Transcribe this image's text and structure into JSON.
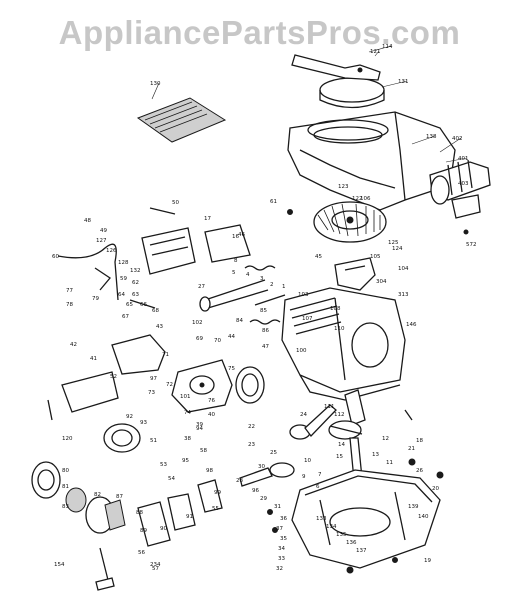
{
  "watermark": "AppliancePartsPros.com",
  "part_labels": [
    {
      "id": "121"
    },
    {
      "id": "131"
    },
    {
      "id": "130"
    },
    {
      "id": "114"
    },
    {
      "id": "138"
    },
    {
      "id": "402"
    },
    {
      "id": "401"
    },
    {
      "id": "61"
    },
    {
      "id": "403"
    },
    {
      "id": "572"
    },
    {
      "id": "106"
    },
    {
      "id": "45"
    },
    {
      "id": "105"
    },
    {
      "id": "104"
    },
    {
      "id": "313"
    },
    {
      "id": "146"
    },
    {
      "id": "50"
    },
    {
      "id": "17"
    },
    {
      "id": "48"
    },
    {
      "id": "16"
    },
    {
      "id": "60"
    },
    {
      "id": "77"
    },
    {
      "id": "78"
    },
    {
      "id": "8"
    },
    {
      "id": "5"
    },
    {
      "id": "4"
    },
    {
      "id": "3"
    },
    {
      "id": "2"
    },
    {
      "id": "1"
    },
    {
      "id": "27"
    },
    {
      "id": "42"
    },
    {
      "id": "41"
    },
    {
      "id": "43"
    },
    {
      "id": "47"
    },
    {
      "id": "44"
    },
    {
      "id": "97"
    },
    {
      "id": "52"
    },
    {
      "id": "100"
    },
    {
      "id": "120"
    },
    {
      "id": "12"
    },
    {
      "id": "13"
    },
    {
      "id": "11"
    },
    {
      "id": "22"
    },
    {
      "id": "23"
    },
    {
      "id": "28"
    },
    {
      "id": "30"
    },
    {
      "id": "96"
    },
    {
      "id": "31"
    },
    {
      "id": "25"
    },
    {
      "id": "36"
    },
    {
      "id": "37"
    },
    {
      "id": "29"
    },
    {
      "id": "35"
    },
    {
      "id": "34"
    },
    {
      "id": "33"
    },
    {
      "id": "32"
    },
    {
      "id": "21"
    },
    {
      "id": "20"
    },
    {
      "id": "26"
    },
    {
      "id": "19"
    },
    {
      "id": "80"
    },
    {
      "id": "81"
    },
    {
      "id": "82"
    },
    {
      "id": "83"
    },
    {
      "id": "87"
    },
    {
      "id": "88"
    },
    {
      "id": "89"
    },
    {
      "id": "90"
    },
    {
      "id": "91"
    },
    {
      "id": "55"
    },
    {
      "id": "56"
    },
    {
      "id": "57"
    },
    {
      "id": "58"
    },
    {
      "id": "59"
    },
    {
      "id": "62"
    },
    {
      "id": "63"
    },
    {
      "id": "64"
    },
    {
      "id": "65"
    },
    {
      "id": "66"
    },
    {
      "id": "67"
    },
    {
      "id": "68"
    },
    {
      "id": "69"
    },
    {
      "id": "70"
    },
    {
      "id": "71"
    },
    {
      "id": "72"
    },
    {
      "id": "73"
    },
    {
      "id": "74"
    },
    {
      "id": "75"
    },
    {
      "id": "76"
    },
    {
      "id": "79"
    },
    {
      "id": "84"
    },
    {
      "id": "85"
    },
    {
      "id": "86"
    },
    {
      "id": "92"
    },
    {
      "id": "93"
    },
    {
      "id": "94"
    },
    {
      "id": "95"
    },
    {
      "id": "98"
    },
    {
      "id": "99"
    },
    {
      "id": "101"
    },
    {
      "id": "102"
    },
    {
      "id": "103"
    },
    {
      "id": "107"
    },
    {
      "id": "108"
    },
    {
      "id": "110"
    },
    {
      "id": "111"
    },
    {
      "id": "112"
    },
    {
      "id": "122"
    },
    {
      "id": "123"
    },
    {
      "id": "124"
    },
    {
      "id": "125"
    },
    {
      "id": "126"
    },
    {
      "id": "127"
    },
    {
      "id": "128"
    },
    {
      "id": "132"
    },
    {
      "id": "133"
    },
    {
      "id": "134"
    },
    {
      "id": "135"
    },
    {
      "id": "136"
    },
    {
      "id": "137"
    },
    {
      "id": "139"
    },
    {
      "id": "140"
    },
    {
      "id": "24"
    },
    {
      "id": "18"
    },
    {
      "id": "14"
    },
    {
      "id": "15"
    },
    {
      "id": "10"
    },
    {
      "id": "9"
    },
    {
      "id": "7"
    },
    {
      "id": "6"
    },
    {
      "id": "38"
    },
    {
      "id": "39"
    },
    {
      "id": "40"
    },
    {
      "id": "46"
    },
    {
      "id": "49"
    },
    {
      "id": "51"
    },
    {
      "id": "53"
    },
    {
      "id": "54"
    },
    {
      "id": "154"
    },
    {
      "id": "234"
    },
    {
      "id": "304"
    }
  ]
}
